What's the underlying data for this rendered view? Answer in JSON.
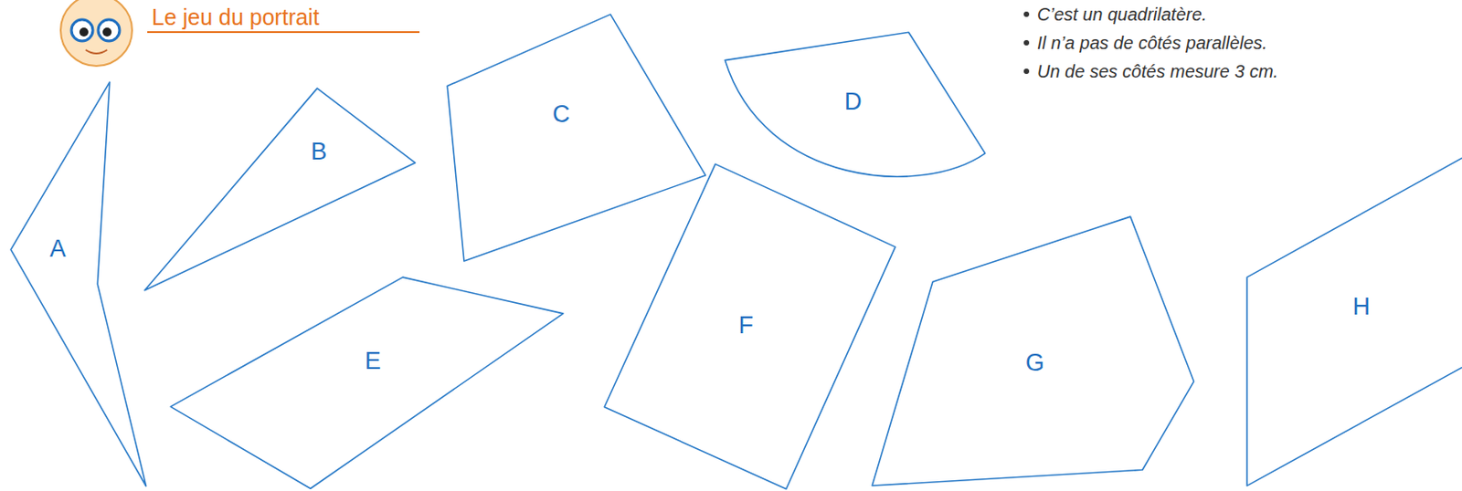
{
  "diagram": {
    "title": "Le jeu du portrait",
    "nodes": [
      {
        "text": [
          "A"
        ]
      },
      {
        "text": [
          "B"
        ]
      },
      {
        "text": [
          "C"
        ]
      },
      {
        "text": [
          "D"
        ]
      },
      {
        "text": [
          "E"
        ]
      },
      {
        "text": [
          "F"
        ]
      },
      {
        "text": [
          "G"
        ]
      },
      {
        "text": [
          "H"
        ]
      }
    ],
    "labels": [
      "C’est un quadrilatère.",
      "Il n’a pas de côtés parallèles.",
      "Un de ses côtés mesure 3 cm."
    ]
  }
}
